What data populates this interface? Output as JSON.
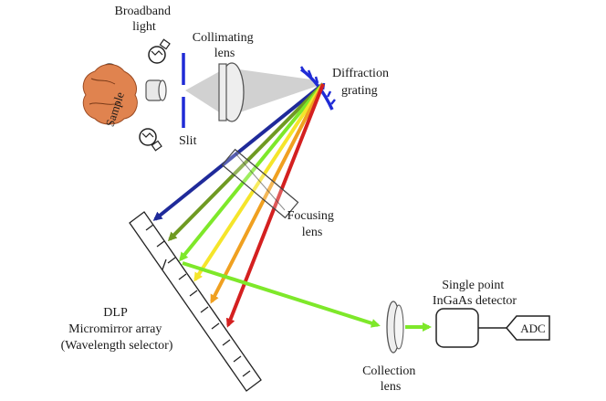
{
  "labels": {
    "broadband_light": [
      "Broadband",
      "light"
    ],
    "sample": "Sample",
    "collimating_lens": [
      "Collimating",
      "lens"
    ],
    "slit": "Slit",
    "diffraction_grating": [
      "Diffraction",
      "grating"
    ],
    "focusing_lens": [
      "Focusing",
      "lens"
    ],
    "dlp_array": [
      "DLP",
      "Micromirror array",
      "(Wavelength selector)"
    ],
    "collection_lens": [
      "Collection",
      "lens"
    ],
    "detector": [
      "Single point",
      "InGaAs detector"
    ],
    "adc": "ADC"
  },
  "colors": {
    "slit": "#1f2bd6",
    "grating": "#1f2bd6",
    "sample_fill": "#e0834f",
    "beam": "#c9c9c9",
    "ray_blue": "#1f2a9a",
    "ray_olive": "#6f9a22",
    "ray_green": "#7ee82a",
    "ray_yellow": "#f5e52a",
    "ray_orange": "#f0a020",
    "ray_red": "#d42020",
    "selected_ray": "#7ee82a"
  }
}
